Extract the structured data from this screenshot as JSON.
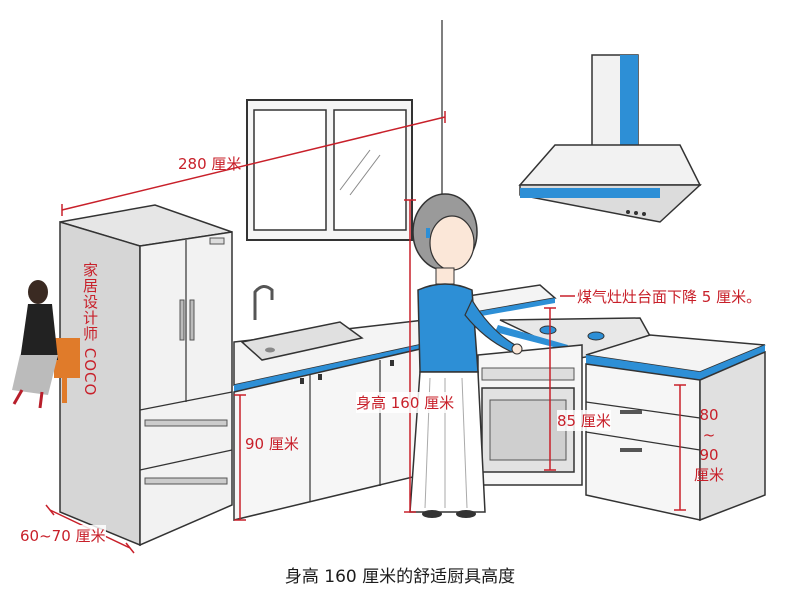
{
  "labels": {
    "width_280": "280 厘米",
    "gas_lower": "煤气灶灶台面下降 5 厘米。",
    "height_160": "身高 160 厘米",
    "counter_85": "85 厘米",
    "counter_90": "90 厘米",
    "depth_60_70": "60~70 厘米",
    "right_80": "80",
    "right_tilde": "~",
    "right_90": "90",
    "right_unit": "厘米",
    "designer": "家居设计师 COCO"
  },
  "caption": "身高 160 厘米的舒适厨具高度",
  "colors": {
    "measure_red": "#c8202a",
    "counter_blue": "#2d8fd6",
    "line": "#333333",
    "wall_gray": "#e9e9e9"
  }
}
